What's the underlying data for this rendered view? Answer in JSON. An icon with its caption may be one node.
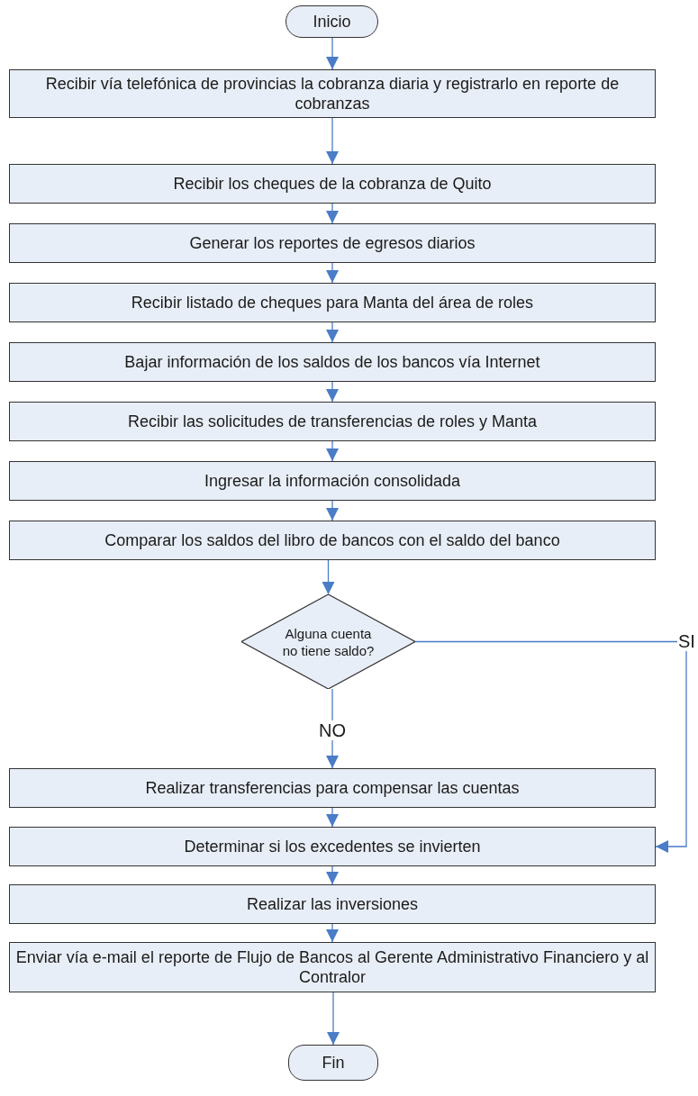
{
  "diagram": {
    "nodes": [
      {
        "text": [
          "Inicio"
        ]
      },
      {
        "text": [
          "Recibir vía telefónica de provincias la cobranza diaria y  registrarlo en reporte de cobranzas"
        ]
      },
      {
        "text": [
          "Recibir los cheques de la cobranza de Quito"
        ]
      },
      {
        "text": [
          "Generar los reportes de egresos diarios"
        ]
      },
      {
        "text": [
          "Recibir listado de cheques para Manta del área de roles"
        ]
      },
      {
        "text": [
          "Bajar información de los saldos de los bancos vía Internet"
        ]
      },
      {
        "text": [
          "Recibir las solicitudes de transferencias de roles y Manta"
        ]
      },
      {
        "text": [
          "Ingresar la información consolidada"
        ]
      },
      {
        "text": [
          "Comparar los saldos del libro de bancos con el saldo del banco"
        ]
      },
      {
        "text": [
          "Alguna cuenta no tiene saldo?"
        ]
      },
      {
        "text": [
          "Realizar transferencias para  compensar las cuentas"
        ]
      },
      {
        "text": [
          "Determinar si los excedentes se invierten"
        ]
      },
      {
        "text": [
          "Realizar las inversiones"
        ]
      },
      {
        "text": [
          "Enviar vía e-mail el reporte de Flujo de Bancos al Gerente Administrativo Financiero y al Contralor"
        ]
      },
      {
        "text": [
          "Fin"
        ]
      }
    ],
    "edges": [
      {
        "from": 0,
        "to": 1,
        "arrow": "to"
      },
      {
        "from": 1,
        "to": 2,
        "arrow": "to"
      },
      {
        "from": 2,
        "to": 3,
        "arrow": "to"
      },
      {
        "from": 3,
        "to": 4,
        "arrow": "to"
      },
      {
        "from": 4,
        "to": 5,
        "arrow": "to"
      },
      {
        "from": 5,
        "to": 6,
        "arrow": "to"
      },
      {
        "from": 6,
        "to": 7,
        "arrow": "to"
      },
      {
        "from": 7,
        "to": 8,
        "arrow": "to"
      },
      {
        "from": 8,
        "to": 9,
        "arrow": "to"
      },
      {
        "from": 9,
        "to": 10,
        "arrow": "to",
        "label": "NO"
      },
      {
        "from": 9,
        "to": 11,
        "arrow": "to",
        "label": "SI"
      },
      {
        "from": 10,
        "to": 11,
        "arrow": "to"
      },
      {
        "from": 11,
        "to": 12,
        "arrow": "to"
      },
      {
        "from": 12,
        "to": 13,
        "arrow": "to"
      },
      {
        "from": 13,
        "to": 14,
        "arrow": "to"
      }
    ]
  }
}
